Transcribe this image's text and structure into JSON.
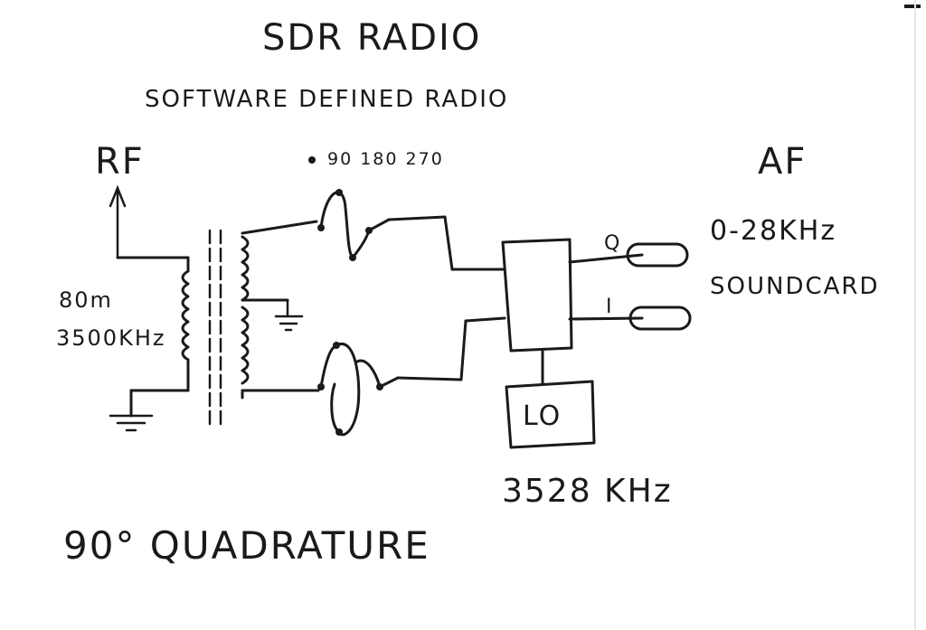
{
  "title": "SDR RADIO",
  "subtitle": "SOFTWARE DEFINED RADIO",
  "rf_label": "RF",
  "af_label": "AF",
  "band_label": "80m",
  "rf_freq_label": "3500KHz",
  "phase_label": "90 180 270",
  "q_label": "Q",
  "i_label": "I",
  "lo_label": "LO",
  "lo_freq_label": "3528 KHz",
  "af_range_label": "0-28KHz",
  "soundcard_label": "SOUNDCARD",
  "quadrature_label": "90° QUADRATURE",
  "colors": {
    "ink": "#1a1a1a",
    "paper": "#ffffff"
  }
}
